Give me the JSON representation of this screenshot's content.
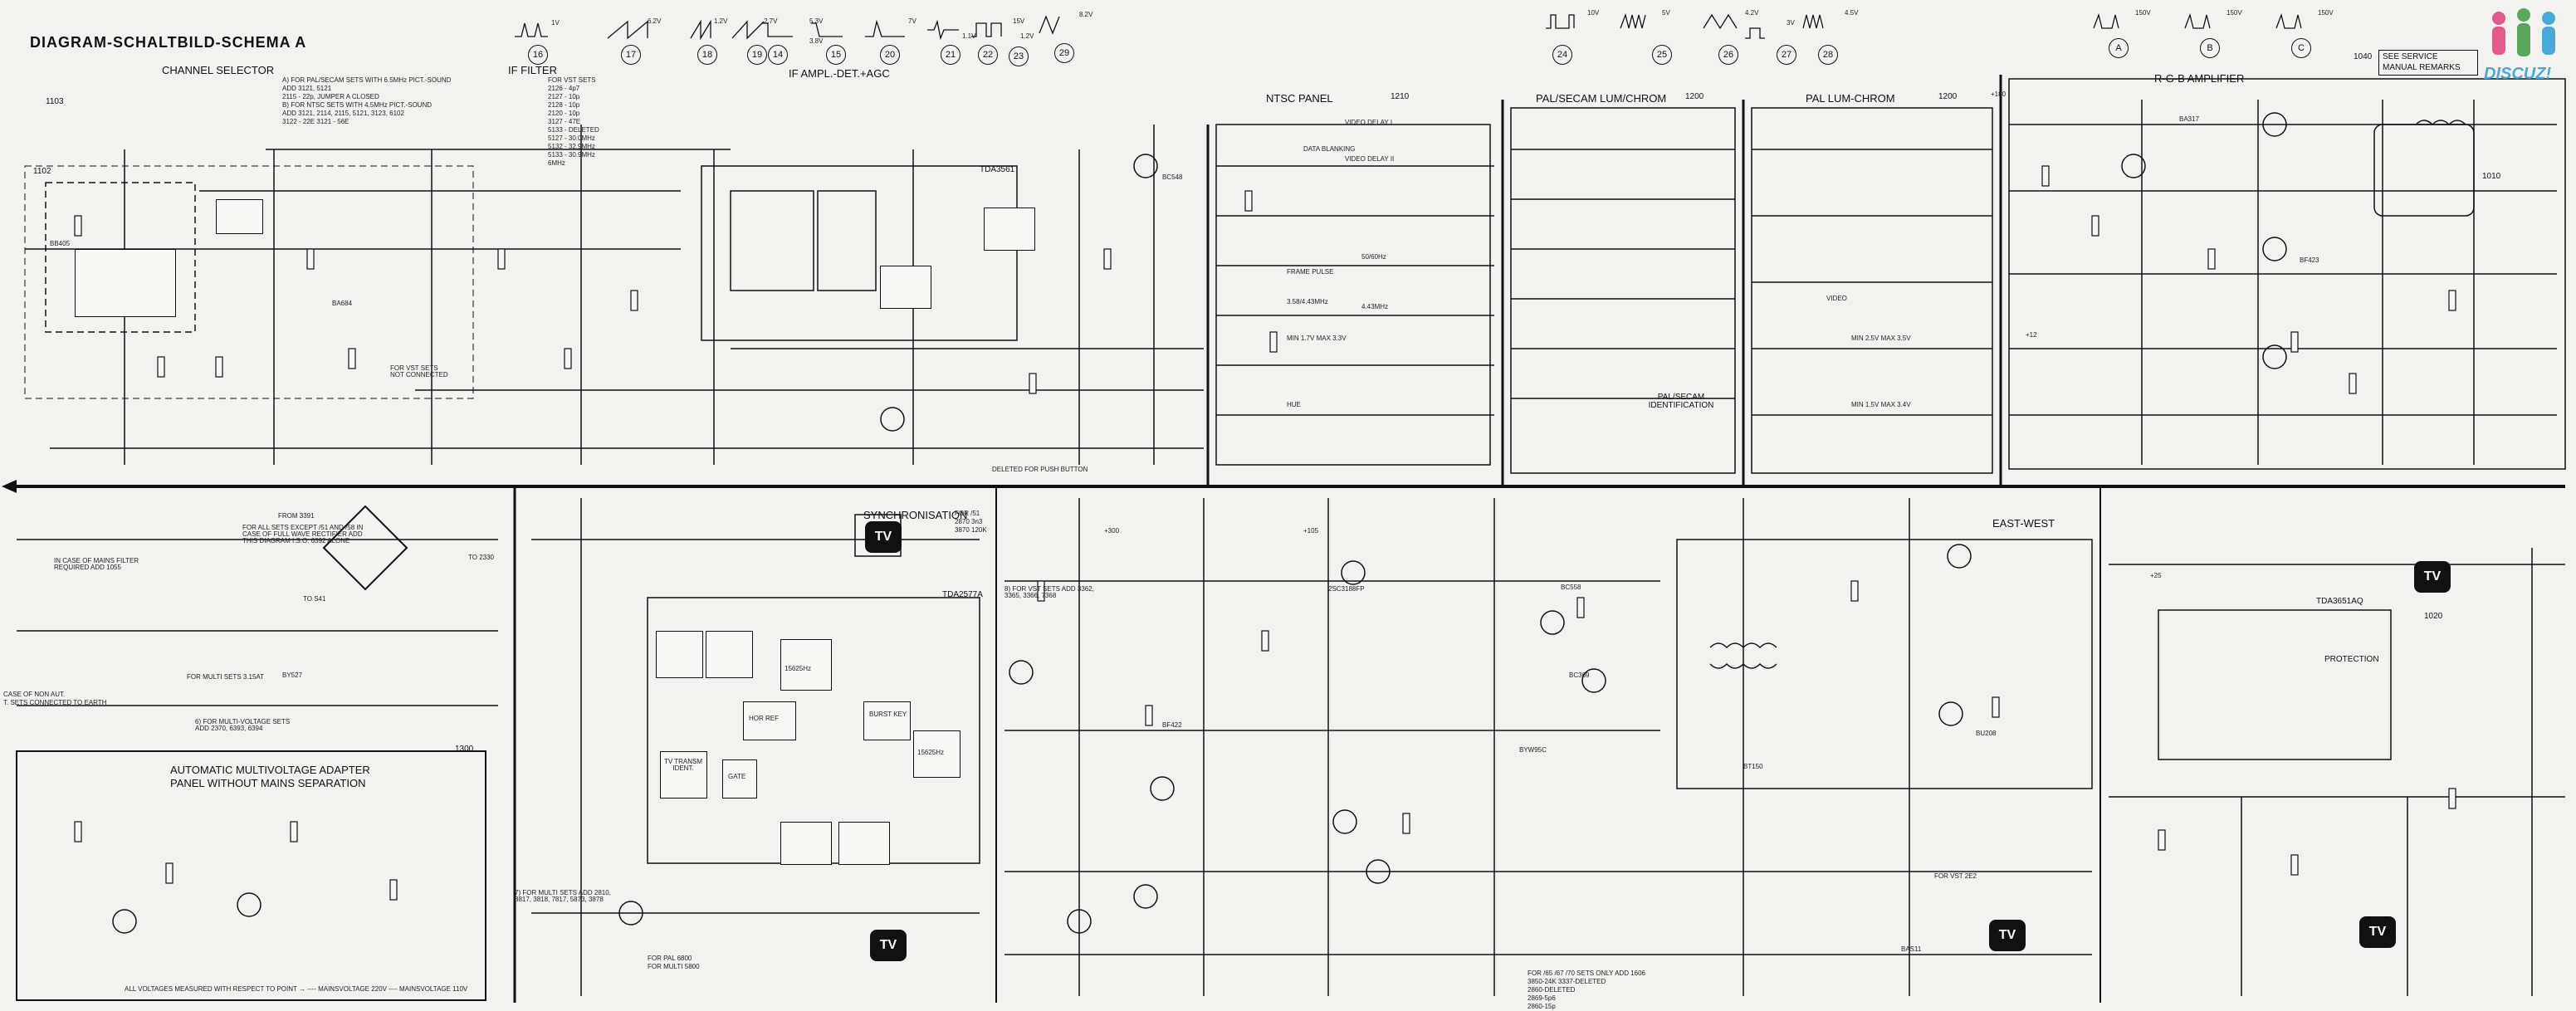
{
  "title": "DIAGRAM-SCHALTBILD-SCHEMA A",
  "watermark": {
    "text": "DISCUZ!",
    "color": "#4aa8d8",
    "figure_colors": [
      "#e05a8c",
      "#5aa65a",
      "#4aa8d8"
    ]
  },
  "sections": {
    "channel_selector": "CHANNEL SELECTOR",
    "if_filter": "IF FILTER",
    "if_ampl": "IF AMPL.-DET.+AGC",
    "ntsc_panel": "NTSC PANEL",
    "pal_secam": "PAL/SECAM LUM/CHROM",
    "pal_lum": "PAL LUM-CHROM",
    "rgb_amp": "R-G-B AMPLIFIER",
    "service_note": "SEE SERVICE MANUAL REMARKS",
    "sync": "SYNCHRONISATION",
    "east_west": "EAST-WEST",
    "multivoltage": "AUTOMATIC MULTIVOLTAGE ADAPTER PANEL WITHOUT MAINS SEPARATION",
    "protection": "PROTECTION",
    "pal_secam_ident": "PAL/SECAM IDENTIFICATION"
  },
  "panel_numbers": {
    "p1102": "1102",
    "p1103": "1103",
    "p1210": "1210",
    "p1200a": "1200",
    "p1200b": "1200",
    "p1040": "1040",
    "p1010": "1010",
    "p1300": "1300",
    "p1020": "1020"
  },
  "notes": {
    "channel_selector_notes": "A) FOR PAL/SECAM SETS WITH 6.5MHz PICT.-SOUND\nADD 3121, 5121\n2115 - 22p, JUMPER A CLOSED\nB) FOR NTSC SETS WITH 4.5MHz PICT.-SOUND\nADD 3121, 2114, 2115, 5121, 3123, 6102\n3122 - 22E 3121 - 56E",
    "if_filter_notes": "FOR VST SETS\n2126 - 4p7\n2127 - 10p\n2128 - 10p\n2120 - 10p\n3127 - 47E\n5133 - DELETED\n5127 - 30.0MHz\n5132 - 32.9MHz\n5133 - 30.9MHz\n6MHz",
    "vst_note": "FOR VST SETS NOT CONNECTED",
    "mains_note": "IN CASE OF MAINS FILTER REQUIRED ADD 1055",
    "voltage_note": "FOR ALL SETS EXCEPT /51 AND /58 IN CASE OF FULL WAVE RECTIFIER ADD THIS DIAGRAM I.S.O. 6392 ALONE",
    "multi_note": "FOR MULTI SETS 3.15AT",
    "multivoltage_note": "6) FOR MULTI-VOLTAGE SETS ADD 2370, 6393, 6394",
    "nonaut_note": "CASE OF NON AUT.\nT. SETS CONNECTED TO EARTH",
    "from_3391": "FROM 3391",
    "to_2330": "TO 2330",
    "to_s41": "TO S41",
    "deleted_push": "DELETED FOR PUSH BUTTON",
    "vst_sets_add": "8) FOR VST SETS ADD 3362, 3365, 3366, 7368",
    "multi_sets_add": "7) FOR MULTI SETS ADD 2810, 3817, 3818, 7817, 5873, 3878",
    "pal_multi": "FOR PAL 6800\nFOR MULTI 5800",
    "sync_add": "FOR /51\n2870 3n3\n3870 120K",
    "bottom_note": "FOR /65 /67 /70 SETS ONLY ADD 1606\n3850-24K 3337-DELETED\n2860-DELETED\n2869-5p6\n2860-15p",
    "all_voltages": "ALL VOLTAGES MEASURED WITH RESPECT TO POINT → ---- MAINSVOLTAGE 220V ---- MAINSVOLTAGE 110V",
    "vst_2e2": "FOR VST 2E2"
  },
  "waveforms": [
    {
      "n": "16",
      "v": "1V"
    },
    {
      "n": "17",
      "v": "6.2V"
    },
    {
      "n": "18",
      "v": "1.2V"
    },
    {
      "n": "19",
      "v": "2.7V"
    },
    {
      "n": "14",
      "v": "5.3V"
    },
    {
      "n": "15",
      "v": "3.8V"
    },
    {
      "n": "20",
      "v": "7V"
    },
    {
      "n": "21",
      "v": "1.1V"
    },
    {
      "n": "22",
      "v": "15V"
    },
    {
      "n": "23",
      "v": "1.2V"
    },
    {
      "n": "29",
      "v": "8.2V"
    },
    {
      "n": "24",
      "v": "10V"
    },
    {
      "n": "25",
      "v": "5V"
    },
    {
      "n": "26",
      "v": "4.2V"
    },
    {
      "n": "27",
      "v": "3V"
    },
    {
      "n": "28",
      "v": "4.5V"
    },
    {
      "n": "A",
      "v": "150V"
    },
    {
      "n": "B",
      "v": "150V"
    },
    {
      "n": "C",
      "v": "150V"
    }
  ],
  "components": {
    "ic_tda3561": "TDA3561",
    "ic_tda2577": "TDA2577A",
    "ic_tda3651": "TDA3651AQ",
    "t2sc3188": "2SC3188FP",
    "bc548": "BC548",
    "bc558": "BC558",
    "bc369": "BC369",
    "bf422": "BF422",
    "bf423": "BF423",
    "bu208": "BU208",
    "byw95c": "BYW95C",
    "by527": "BY527",
    "bt150": "BT150",
    "ba317": "BA317",
    "bas11": "BAS11",
    "osc_10mhz": "15625Hz",
    "ba684": "BA684",
    "bb405": "BB405"
  },
  "blocks": {
    "hor_ref": "HOR REF",
    "burst_key": "BURST KEY",
    "gate": "GATE",
    "tv_transm": "TV TRANSM IDENT.",
    "freq_15625": "15625Hz",
    "ntsc_video_delay1": "VIDEO DELAY I",
    "ntsc_video_delay2": "VIDEO DELAY II",
    "data_blanking": "DATA BLANKING",
    "frame_pulse": "FRAME PULSE",
    "hue": "HUE",
    "video": "VIDEO",
    "min_max_1": "MIN 1.7V MAX 3.3V",
    "min_max_2": "MIN 2.5V MAX 3.5V",
    "min_max_3": "MIN 1.5V MAX 3.4V",
    "hz_50_60": "50/60Hz",
    "chroma_358": "3.58/4.43MHz",
    "chroma_443": "4.43MHz"
  },
  "rails": {
    "r_plus180": "+180",
    "r_plus12": "+12",
    "r_plus25": "+25",
    "r_plus300": "+300",
    "r_plus105": "+105"
  },
  "tv_badge": "TV"
}
